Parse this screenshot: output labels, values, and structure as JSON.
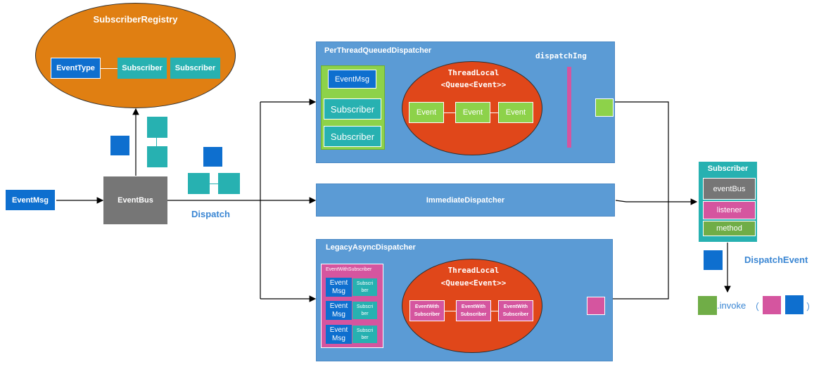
{
  "registry": {
    "title": "SubscriberRegistry",
    "event_type": "EventType",
    "subscriber_1": "Subscriber",
    "subscriber_2": "Subscriber"
  },
  "event_msg": "EventMsg",
  "event_bus": "EventBus",
  "dispatch_label": "Dispatch",
  "per_thread": {
    "title": "PerThreadQueuedDispatcher",
    "dispatching": "dispatchIng",
    "event_msg": "EventMsg",
    "subscriber_1": "Subscriber",
    "subscriber_2": "Subscriber",
    "thread_local_line1": "ThreadLocal",
    "thread_local_line2": "<Queue<Event>>",
    "events": [
      "Event",
      "Event",
      "Event"
    ]
  },
  "immediate": {
    "title": "ImmediateDispatcher"
  },
  "legacy": {
    "title": "LegacyAsyncDispatcher",
    "list_title": "EventWithSubscriber",
    "rows": [
      {
        "event": "Event Msg",
        "subscriber": "Subscri ber"
      },
      {
        "event": "Event Msg",
        "subscriber": "Subscri ber"
      },
      {
        "event": "Event Msg",
        "subscriber": "Subscri ber"
      }
    ],
    "thread_local_line1": "ThreadLocal",
    "thread_local_line2": "<Queue<Event>>",
    "queue_items": [
      "EventWith Subscriber",
      "EventWith Subscriber",
      "EventWith Subscriber"
    ]
  },
  "subscriber_card": {
    "title": "Subscriber",
    "fields": [
      "eventBus",
      "listener",
      "method"
    ]
  },
  "dispatch_event_label": "DispatchEvent",
  "invoke": {
    "text": ".invoke",
    "open_paren": "（",
    "close_paren": "）"
  },
  "colors": {
    "panel": "#5b9bd5",
    "registry": "#e07f12",
    "ellipse": "#e0471a",
    "teal": "#27b1b1",
    "blue": "#0e6fcf",
    "gray": "#767676",
    "green": "#70ad47",
    "pink": "#d5559f",
    "label_blue": "#3a86d3"
  }
}
